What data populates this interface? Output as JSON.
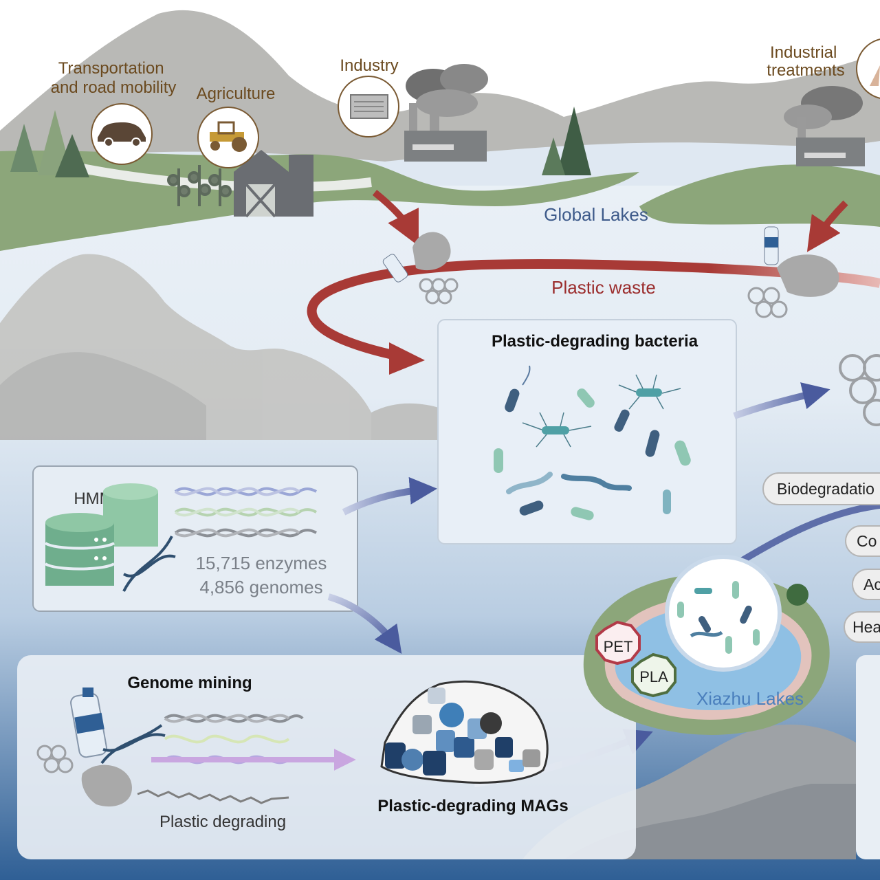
{
  "sources": {
    "transportation": "Transportation\nand road mobility",
    "agriculture": "Agriculture",
    "industry": "Industry",
    "industrial_treatments": "Industrial\ntreatments"
  },
  "labels": {
    "global_lakes": "Global Lakes",
    "plastic_waste": "Plastic waste",
    "bacteria_title": "Plastic-degrading bacteria",
    "hmm": "HMM",
    "enzymes": "15,715 enzymes",
    "genomes": "4,856 genomes",
    "genome_mining": "Genome mining",
    "plastic_degrading": "Plastic degrading",
    "mags": "Plastic-degrading MAGs",
    "xiazhu": "Xiazhu Lakes",
    "pet": "PET",
    "pla": "PLA"
  },
  "pills": [
    "Biodegradatio",
    "Co",
    "Ac",
    "Hea"
  ],
  "colors": {
    "arrow_red": "#a83a36",
    "arrow_blue": "#4a5b9e",
    "land_green": "#8ca67a",
    "water": "#dfe8f2",
    "mountain": "#b9b9b6",
    "deep_blue": "#3f6fa6"
  }
}
